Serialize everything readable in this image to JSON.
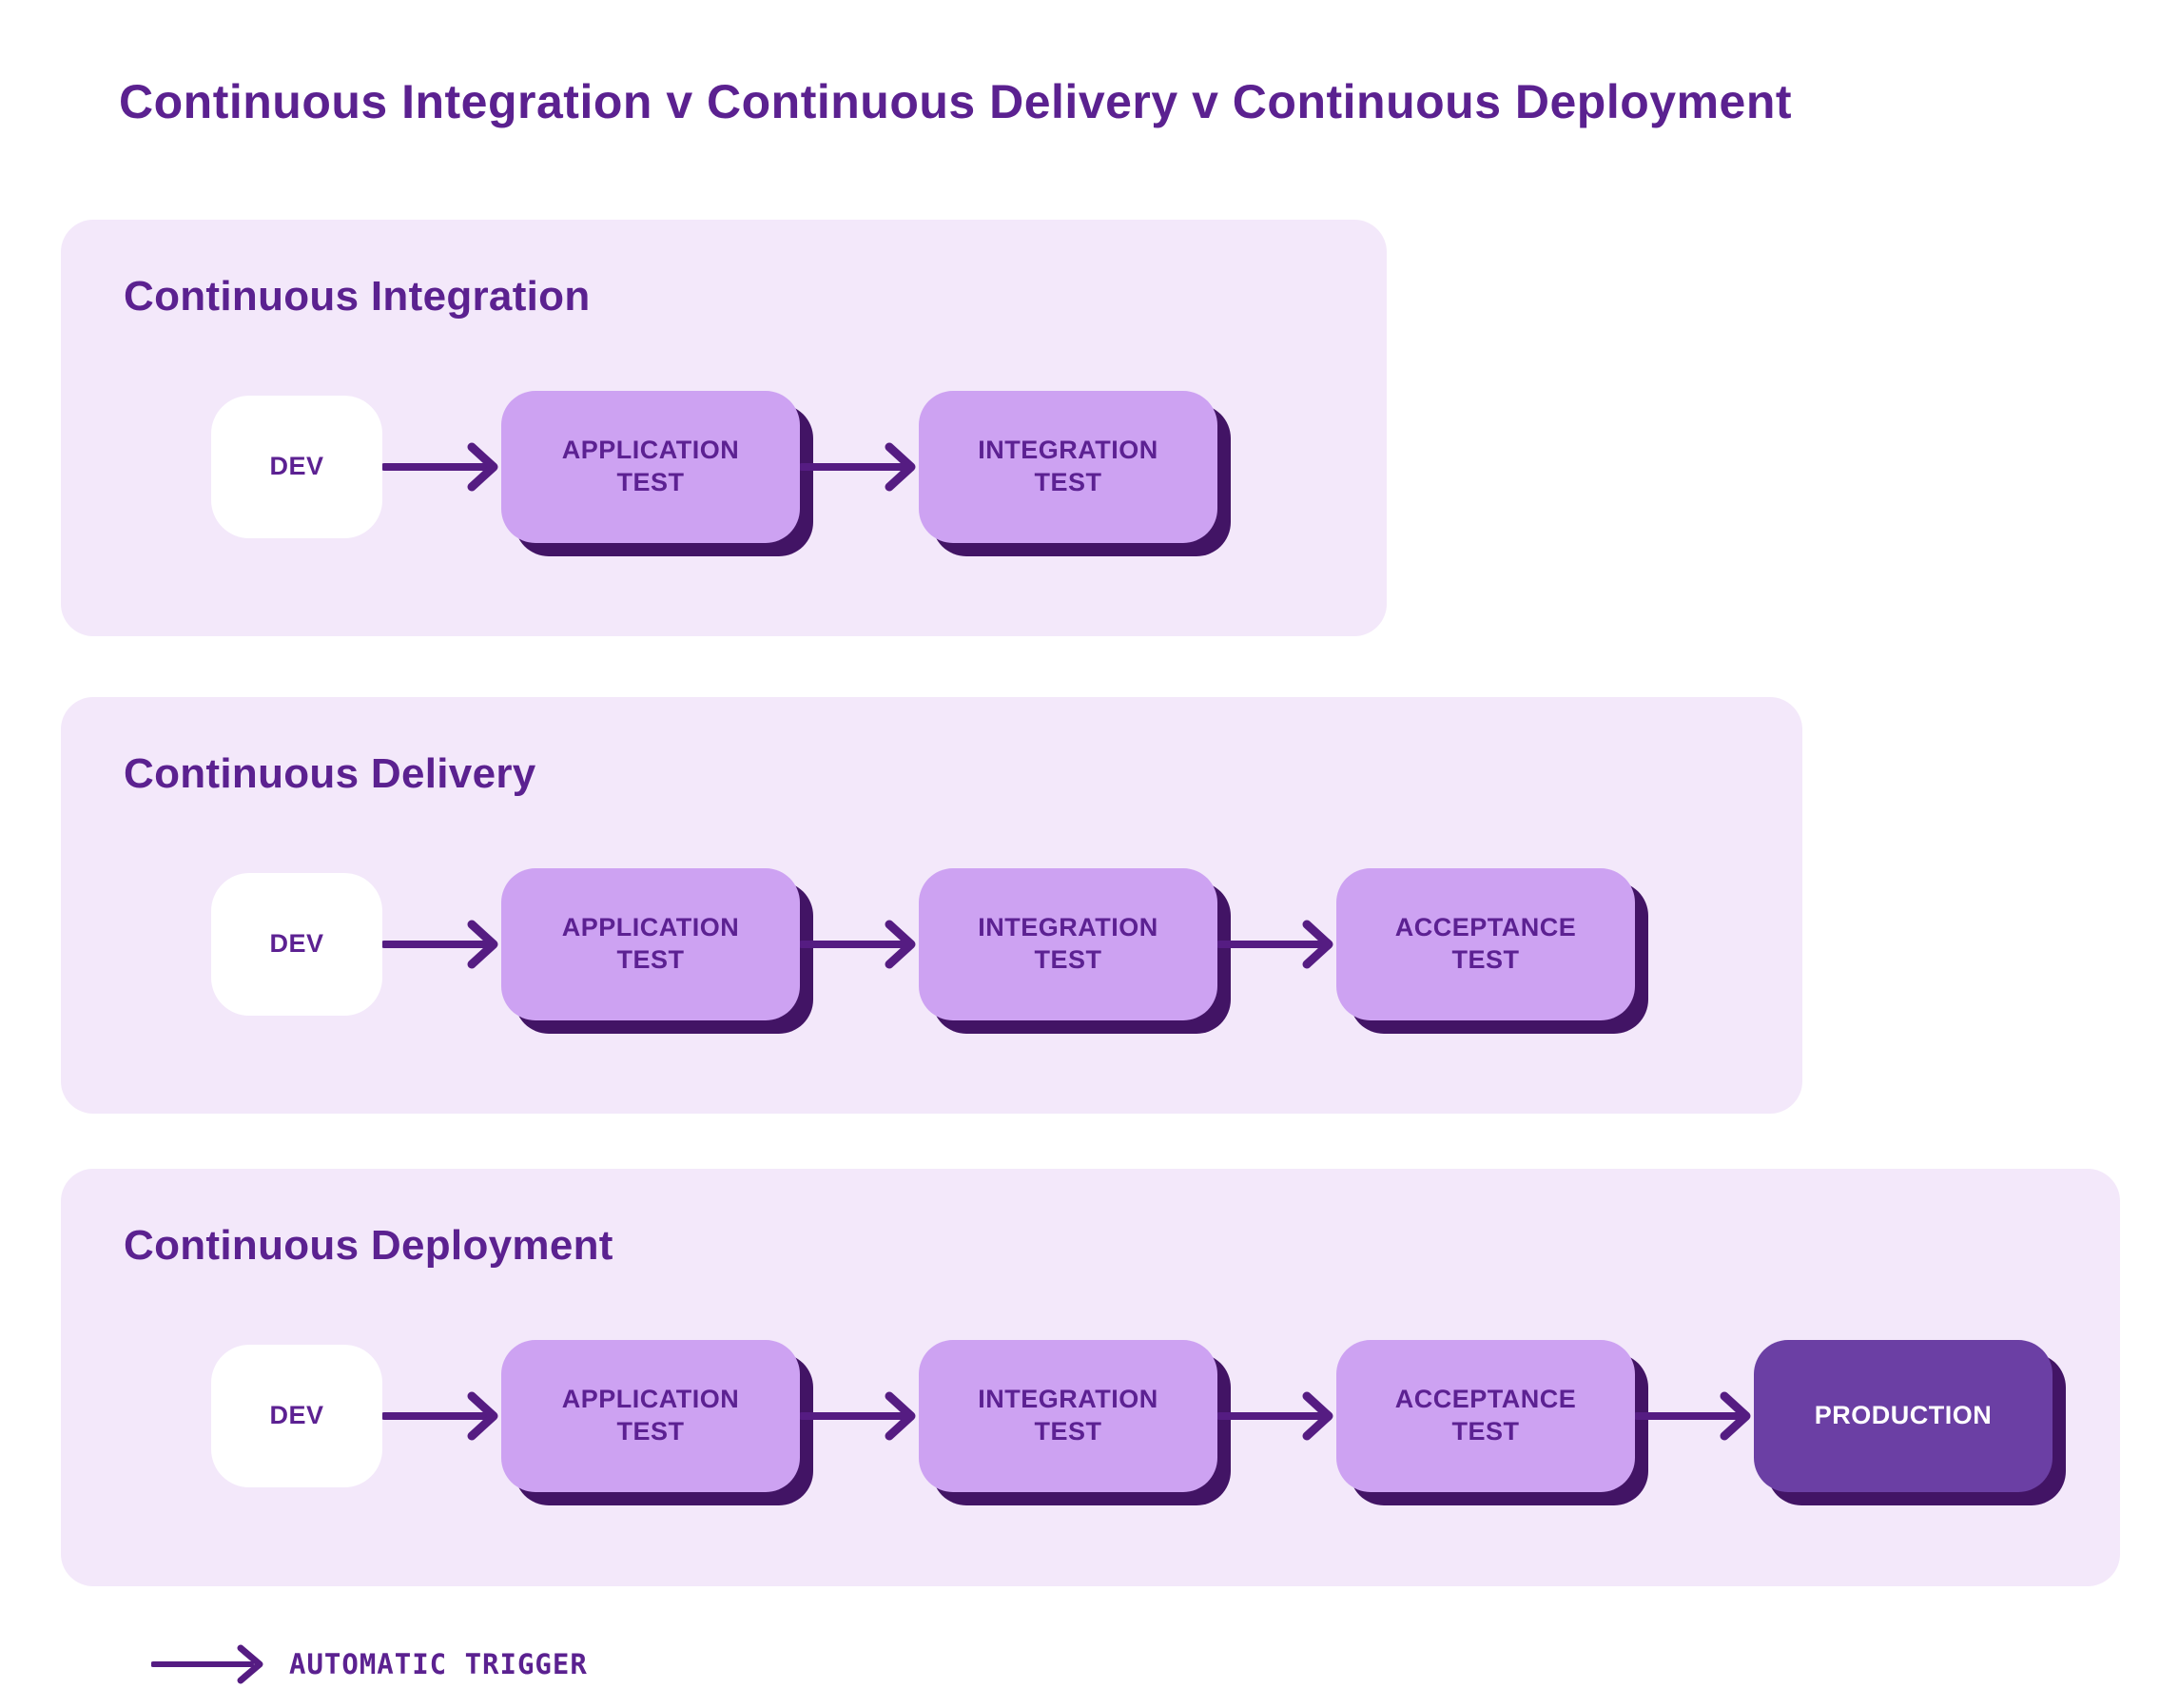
{
  "title": "Continuous Integration v Continuous Delivery v Continuous Deployment",
  "colors": {
    "background": "#FFFFFF",
    "panel": "#F3E8FA",
    "heading": "#5B2190",
    "node_fill": "#CDA2F2",
    "node_text": "#5C2192",
    "node_shadow": "#421465",
    "dev_fill": "#FFFFFF",
    "production_fill": "#6B3FA4",
    "production_text": "#FFFFFF",
    "arrow": "#551C82"
  },
  "sections": [
    {
      "heading": "Continuous Integration",
      "nodes": [
        {
          "label": "DEV",
          "type": "dev"
        },
        {
          "label": "APPLICATION TEST",
          "type": "test"
        },
        {
          "label": "INTEGRATION TEST",
          "type": "test"
        }
      ]
    },
    {
      "heading": "Continuous Delivery",
      "nodes": [
        {
          "label": "DEV",
          "type": "dev"
        },
        {
          "label": "APPLICATION TEST",
          "type": "test"
        },
        {
          "label": "INTEGRATION TEST",
          "type": "test"
        },
        {
          "label": "ACCEPTANCE TEST",
          "type": "test"
        }
      ]
    },
    {
      "heading": "Continuous Deployment",
      "nodes": [
        {
          "label": "DEV",
          "type": "dev"
        },
        {
          "label": "APPLICATION TEST",
          "type": "test"
        },
        {
          "label": "INTEGRATION TEST",
          "type": "test"
        },
        {
          "label": "ACCEPTANCE TEST",
          "type": "test"
        },
        {
          "label": "PRODUCTION",
          "type": "production"
        }
      ]
    }
  ],
  "legend": {
    "label": "AUTOMATIC TRIGGER"
  }
}
